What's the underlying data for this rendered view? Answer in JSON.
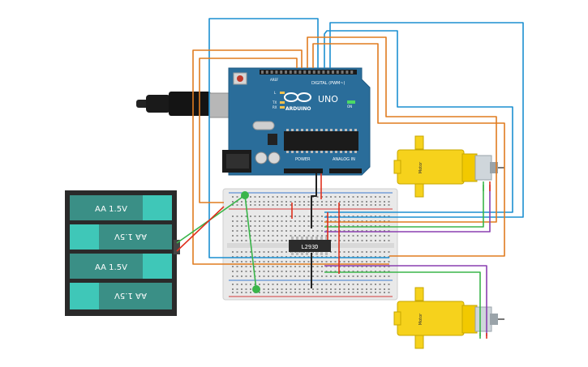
{
  "arduino": {
    "brand": "ARDUINO",
    "model": "UNO",
    "digital_header": "DIGITAL (PWM~)",
    "power_header": "POWER",
    "analog_header": "ANALOG IN",
    "on_label": "ON",
    "led_l": "L",
    "led_tx": "TX",
    "led_rx": "RX",
    "aref": "AREF",
    "gnd": "GND"
  },
  "battery": {
    "cells": [
      {
        "label": "AA 1.5V",
        "flipped": false
      },
      {
        "label": "AA 1.5V",
        "flipped": true
      },
      {
        "label": "AA 1.5V",
        "flipped": false
      },
      {
        "label": "AA 1.5V",
        "flipped": true
      }
    ]
  },
  "driver_chip": {
    "label": "L293D"
  },
  "motors": [
    {
      "label": "Motor"
    },
    {
      "label": "Motor"
    }
  ],
  "colors": {
    "wire_blue": "#1c8fd1",
    "wire_orange": "#e07b1f",
    "wire_green": "#3ab54a",
    "wire_purple": "#8a3fb0",
    "wire_red": "#e0301e",
    "wire_black": "#222222",
    "board": "#2a6d9a",
    "battery_case": "#2a2a2a",
    "battery_cell": "#3a8f86",
    "battery_cap": "#3fc7b8",
    "motor_yellow": "#f6d21c",
    "breadboard": "#e8e8e8"
  }
}
